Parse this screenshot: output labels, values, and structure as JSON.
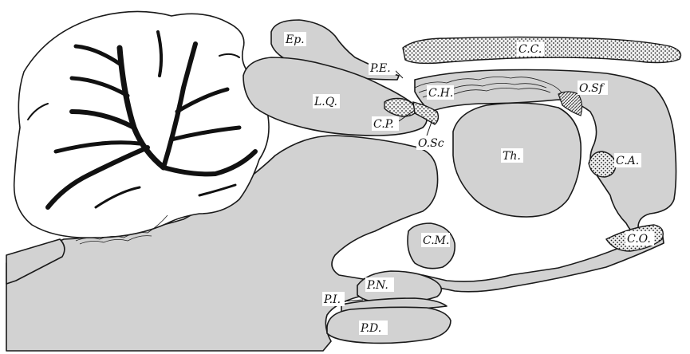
{
  "diagram": {
    "labels": {
      "ep": "Ep.",
      "pe": "P.E.",
      "cc": "C.C.",
      "lq": "L.Q.",
      "ch": "C.H.",
      "osf": "O.Sf",
      "cp": "C.P.",
      "osc": "O.Sc",
      "th": "Th.",
      "ca": "C.A.",
      "cm": "C.M.",
      "co": "C.O.",
      "pn": "P.N.",
      "pi": "P.I.",
      "pd": "P.D."
    }
  }
}
